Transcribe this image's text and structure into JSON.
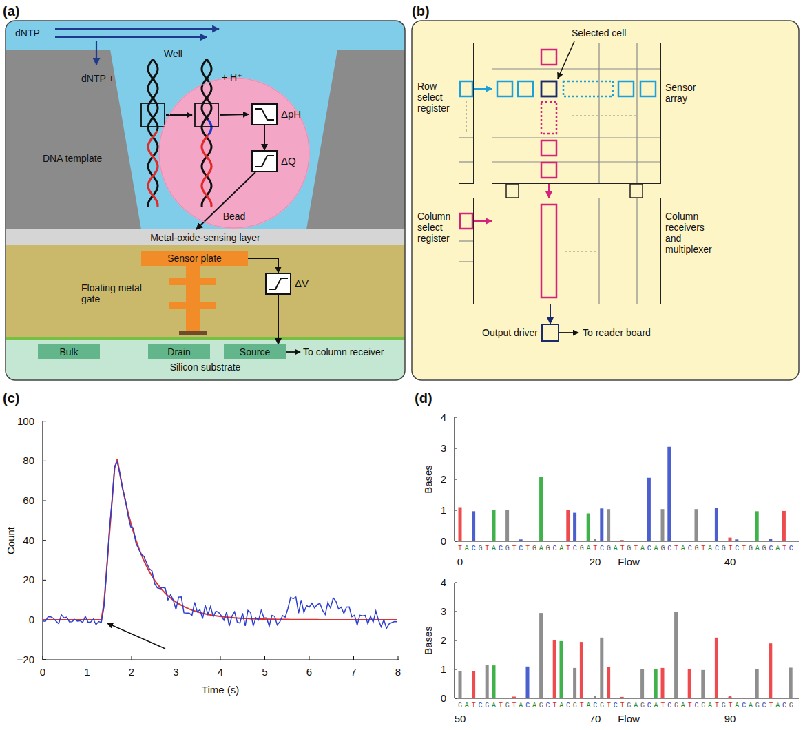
{
  "diagram": {
    "nodes": [
      {
        "text": [
          "Bead"
        ]
      },
      {
        "text": [
          "ΔpH"
        ]
      },
      {
        "text": [
          "ΔQ"
        ]
      },
      {
        "text": [
          "Metal-oxide-sensing layer"
        ]
      },
      {
        "text": [
          "Sensor plate"
        ]
      },
      {
        "text": [
          "ΔV"
        ]
      },
      {
        "text": [
          "Silicon substrate"
        ]
      },
      {
        "text": [
          "Bulk"
        ],
        "in": 6
      },
      {
        "text": [
          "Drain"
        ],
        "in": 6
      },
      {
        "text": [
          "Source"
        ],
        "in": 6
      },
      {
        "text": [
          "Row select register"
        ]
      },
      {
        "text": [
          "Sensor array"
        ]
      },
      {
        "text": [
          "Column select register"
        ]
      },
      {
        "text": [
          "Column receivers and multiplexer"
        ]
      },
      {
        "text": [
          "Output driver"
        ]
      }
    ],
    "edges": [
      {
        "from": 1,
        "to": 2,
        "arrow": "to"
      },
      {
        "from": 2,
        "to": 3,
        "arrow": "to"
      },
      {
        "from": 4,
        "to": 5,
        "arrow": "to"
      },
      {
        "from": 5,
        "to": 9,
        "arrow": "to"
      },
      {
        "from": 10,
        "to": 11,
        "arrow": "to"
      },
      {
        "from": 11,
        "to": 13,
        "arrow": "to"
      },
      {
        "from": 12,
        "to": 13,
        "arrow": "to"
      },
      {
        "from": 13,
        "to": 14,
        "arrow": "to"
      }
    ],
    "labels": [
      "(a)",
      "dNTP",
      "Well",
      "dNTP +",
      "+ H⁺",
      "DNA template",
      "Floating metal gate",
      "To column receiver",
      "(b)",
      "Selected cell",
      "To reader board",
      "(c)",
      "100",
      "80",
      "60",
      "40",
      "20",
      "0",
      "−20",
      "0",
      "1",
      "2",
      "3",
      "4",
      "5",
      "6",
      "7",
      "8",
      "Count",
      "Time (s)",
      "(d)",
      "Bases",
      "4",
      "3",
      "2",
      "1",
      "0",
      "TACGTACGTCTGAGCATCGATCGATGTACAGCTACGTACGTCTGAGCATC",
      "0",
      "20",
      "Flow",
      "40",
      "Bases",
      "4",
      "3",
      "2",
      "1",
      "0",
      "GATCGATGTACAGCTACGTACGTCTGAGCATCGATCGATGTACAGCTACG",
      "50",
      "70",
      "Flow",
      "90"
    ]
  }
}
